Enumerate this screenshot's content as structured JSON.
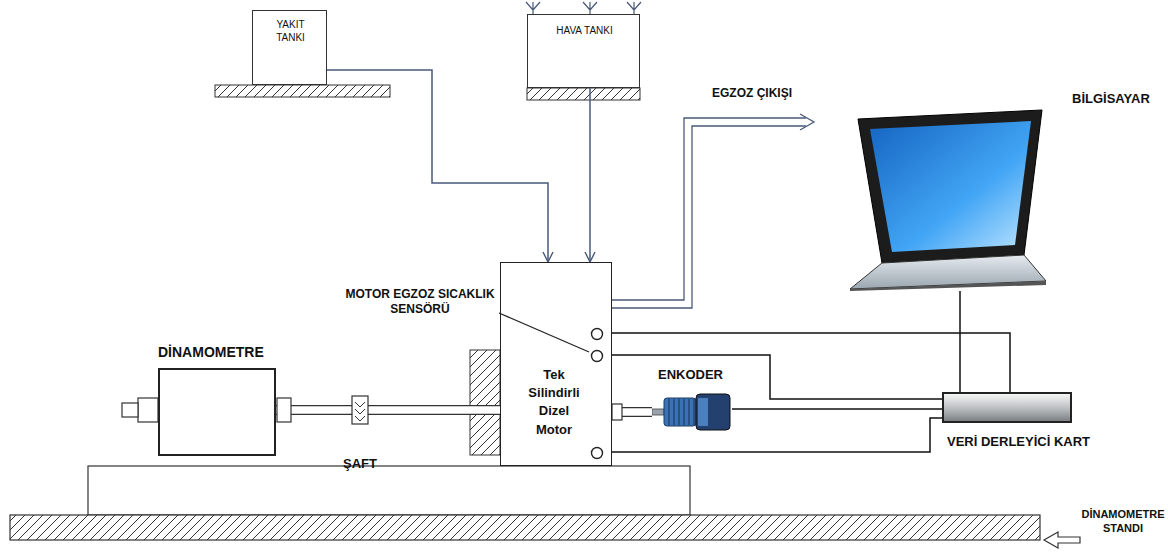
{
  "diagram": {
    "nodes": [
      {
        "text": [
          "YAKIT TANKI"
        ]
      },
      {
        "text": [
          "HAVA TANKI"
        ]
      },
      {
        "text": [
          "Tek Silindirli Dizel Motor"
        ]
      },
      {
        "text": [
          "DİNAMOMETRE"
        ]
      },
      {
        "text": [
          "BİLGİSAYAR"
        ]
      },
      {
        "text": [
          "VERİ DERLEYİCİ KART"
        ]
      },
      {
        "text": [
          "ENKODER"
        ]
      }
    ],
    "edges": [
      {
        "from": 0,
        "to": 2,
        "arrow": "to"
      },
      {
        "from": 1,
        "to": 2,
        "arrow": "to"
      },
      {
        "from": 2,
        "to": 5,
        "arrow": "none"
      },
      {
        "from": 2,
        "to": 5,
        "arrow": "none"
      },
      {
        "from": 2,
        "to": 5,
        "arrow": "none"
      },
      {
        "from": 6,
        "to": 5,
        "arrow": "none"
      },
      {
        "from": 4,
        "to": 5,
        "arrow": "none"
      },
      {
        "from": 3,
        "to": 2,
        "arrow": "none"
      },
      {
        "from": 2,
        "to": 6,
        "arrow": "none"
      }
    ],
    "labels": [
      "EGZOZ ÇIKIŞI",
      "MOTOR EGZOZ SICAKLIK SENSÖRÜ",
      "ŞAFT",
      "DİNAMOMETRE STANDI"
    ]
  }
}
